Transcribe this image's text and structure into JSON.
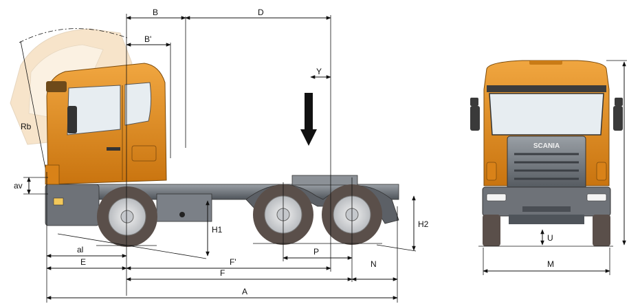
{
  "side_view": {
    "labels": {
      "B": "B",
      "B_prime": "B'",
      "D": "D",
      "Y": "Y",
      "Rb": "Rb",
      "av": "av",
      "al": "al",
      "E": "E",
      "F_prime": "F'",
      "F": "F",
      "P": "P",
      "N": "N",
      "A": "A",
      "H1": "H1",
      "H2": "H2"
    }
  },
  "front_view": {
    "brand": "SCANIA",
    "labels": {
      "U": "U",
      "M": "M"
    }
  },
  "colors": {
    "cab_orange": "#e08a1e",
    "chassis_grey": "#6e7278",
    "tyre": "#5a4f4a",
    "line": "#111111"
  }
}
